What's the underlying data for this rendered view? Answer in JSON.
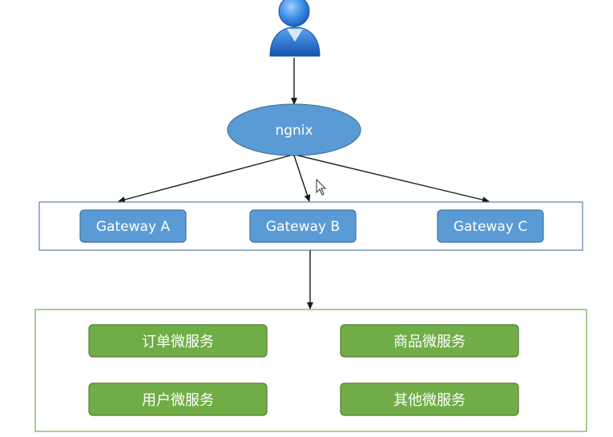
{
  "diagram": {
    "user": {
      "icon": "user-icon"
    },
    "proxy": {
      "label": "ngnix"
    },
    "gateways": [
      {
        "label": "Gateway A"
      },
      {
        "label": "Gateway B"
      },
      {
        "label": "Gateway C"
      }
    ],
    "services": [
      {
        "label": "订单微服务"
      },
      {
        "label": "商品微服务"
      },
      {
        "label": "用户微服务"
      },
      {
        "label": "其他微服务"
      }
    ],
    "colors": {
      "node_blue": "#5b9bd5",
      "node_blue_border": "#41719c",
      "gateway_group_border": "#5b7ea8",
      "service_green": "#70ad47",
      "service_green_border": "#507e32",
      "service_group_border": "#70ad47",
      "arrow": "#1a1a1a"
    }
  }
}
